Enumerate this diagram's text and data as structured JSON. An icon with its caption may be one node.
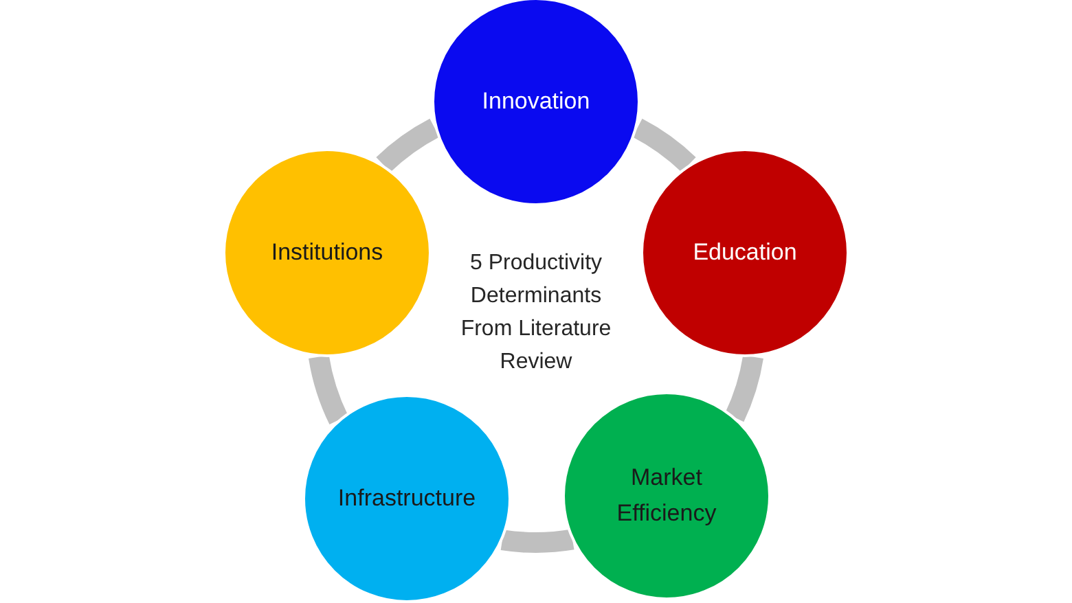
{
  "diagram": {
    "nodes": [
      {
        "text": [
          "Innovation"
        ]
      },
      {
        "text": [
          "Institutions"
        ]
      },
      {
        "text": [
          "Education"
        ]
      },
      {
        "text": [
          "Infrastructure"
        ]
      },
      {
        "text": [
          "Market Efficiency"
        ]
      }
    ],
    "edges": [
      {
        "from": 0,
        "to": 2,
        "arrow": "none"
      },
      {
        "from": 2,
        "to": 4,
        "arrow": "none"
      },
      {
        "from": 4,
        "to": 3,
        "arrow": "none"
      },
      {
        "from": 3,
        "to": 1,
        "arrow": "none"
      },
      {
        "from": 1,
        "to": 0,
        "arrow": "none"
      }
    ],
    "labels": [
      "5 Productivity Determinants From Literature Review"
    ]
  }
}
